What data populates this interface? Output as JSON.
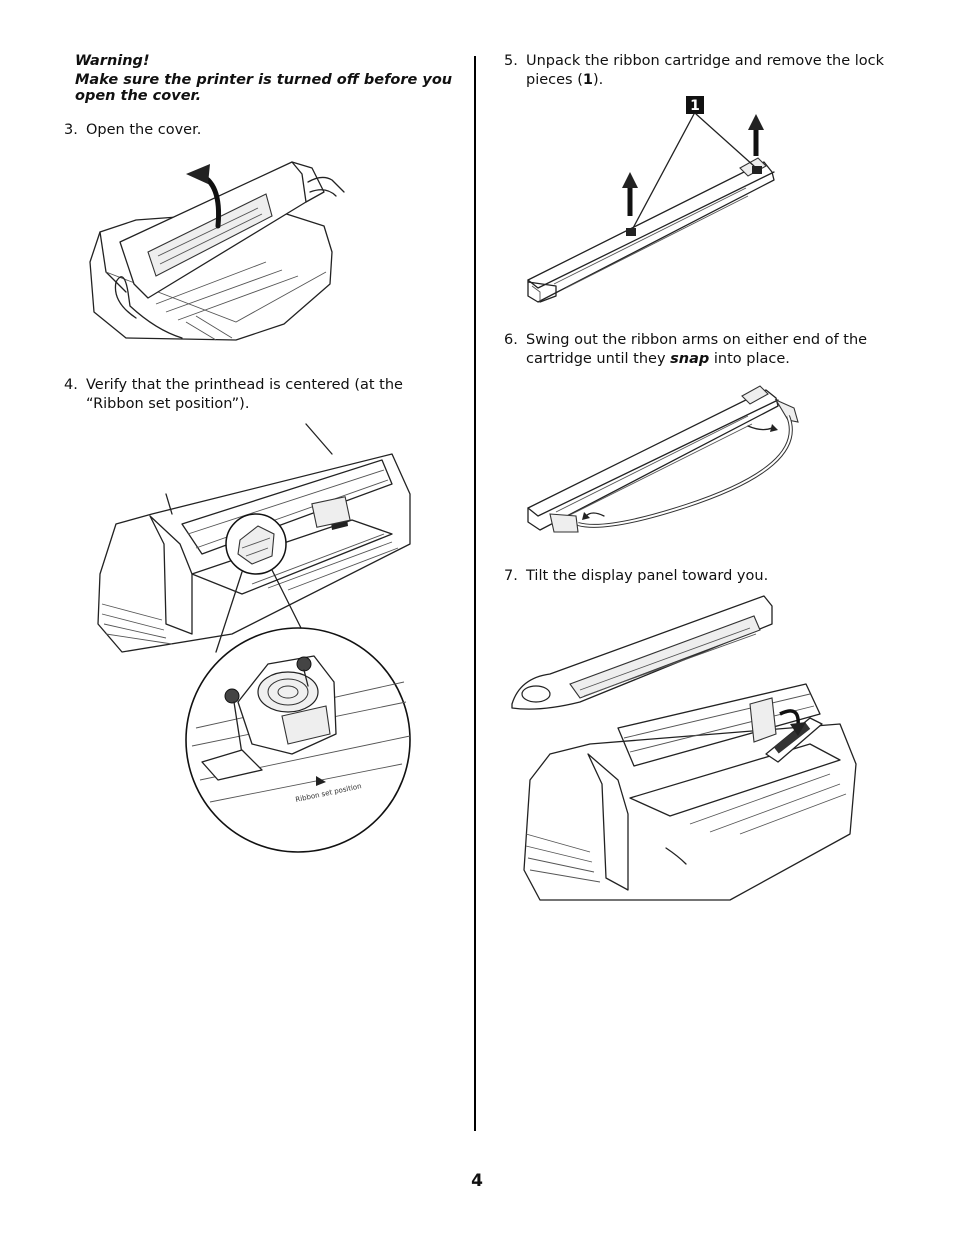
{
  "warning": {
    "title": "Warning!",
    "line1": "Make sure the printer is turned off before you",
    "line2": "open the cover."
  },
  "steps": [
    {
      "num": "3.",
      "lines": [
        "Open the cover."
      ]
    },
    {
      "num": "4.",
      "lines": [
        "Verify that the printhead is centered (at the",
        "“Ribbon set position”)."
      ]
    },
    {
      "num": "5.",
      "lines": [
        "Unpack the ribbon cartridge and remove the lock"
      ],
      "line2_pre": "pieces (",
      "line2_bold": "1",
      "line2_post": ")."
    },
    {
      "num": "6.",
      "lines": [
        "Swing out the ribbon arms on either end of the"
      ],
      "line2_pre": "cartridge until they ",
      "line2_bold": "snap",
      "line2_post": " into place."
    },
    {
      "num": "7.",
      "lines": [
        "Tilt the display panel toward you."
      ]
    }
  ],
  "figures": {
    "ribbon_position_label": "Ribbon set position",
    "callout_label": "1"
  },
  "page_number": "4"
}
